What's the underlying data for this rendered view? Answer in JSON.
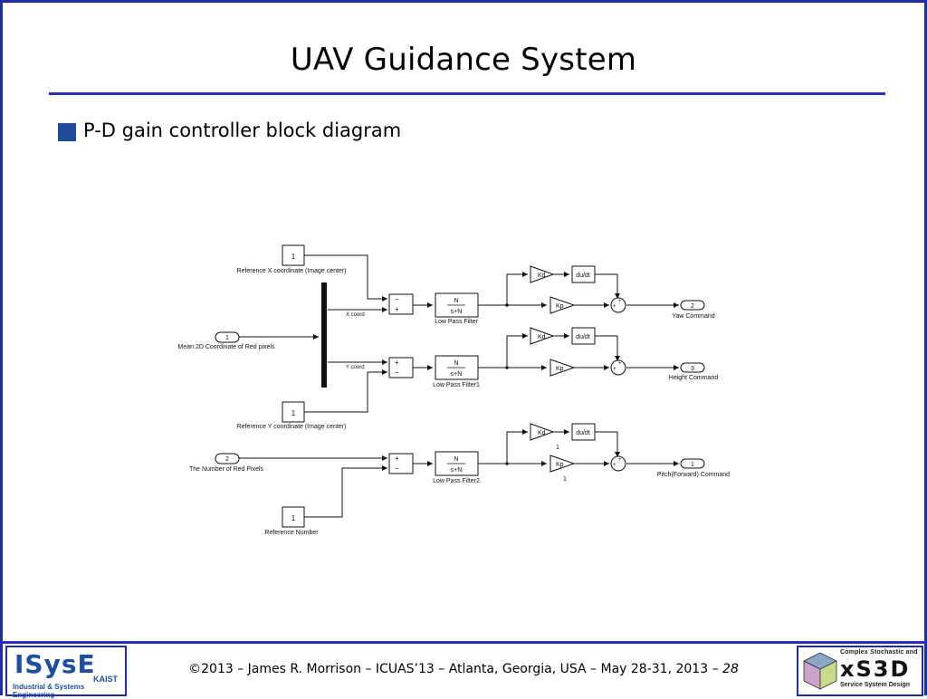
{
  "slide": {
    "title": "UAV Guidance System",
    "bullet": "P-D gain controller block diagram",
    "footer": "©2013 – James R. Morrison – ICUAS’13 – Atlanta, Georgia, USA – May 28-31, 2013 –",
    "page_number": "28"
  },
  "logos": {
    "left_main": "ISysE",
    "left_kaist": "KAIST",
    "left_sub": "Industrial & Systems Engineering",
    "right_line1": "Complex Stochastic and",
    "right_main": "xS3D",
    "right_line2": "Service System Design"
  },
  "diagram": {
    "ports": {
      "ref_x": {
        "num": "1",
        "label": "Reference X coordinate (Image center)"
      },
      "mean2d": {
        "num": "1",
        "label": "Mean 2D Coordinate of Red pixels"
      },
      "ref_y": {
        "num": "1",
        "label": "Reference Y coordinate (Image center)"
      },
      "num_red": {
        "num": "2",
        "label": "The Number of Red Pixels"
      },
      "ref_num": {
        "num": "1",
        "label": "Reference Number"
      },
      "yaw": {
        "num": "2",
        "label": "Yaw Command"
      },
      "height": {
        "num": "3",
        "label": "Height Command"
      },
      "pitch": {
        "num": "1",
        "label": "Pitch(Forward) Command"
      }
    },
    "demux": {
      "out1": "X coord",
      "out2": "Y coord"
    },
    "filter": {
      "num": "N",
      "den": "s+N"
    },
    "filter_labels": [
      "Low Pass Filter",
      "Low Pass Filter1",
      "Low Pass Filter2"
    ],
    "sum_signs": {
      "row1": {
        "top": "−",
        "bottom": "+"
      },
      "row2": {
        "top": "+",
        "bottom": "−"
      },
      "row3": {
        "top": "+",
        "bottom": "−"
      }
    },
    "gains": {
      "kd": "Kd",
      "kp": "Kp"
    },
    "deriv": "du/dt",
    "add_signs": "+",
    "row3_annot": {
      "top": "1",
      "bottom": "1"
    }
  },
  "colors": {
    "frame": "#1f2f9f",
    "rule": "#2a2fb5",
    "bullet": "#1f4b9a",
    "logo_blue": "#1d4f9e"
  }
}
